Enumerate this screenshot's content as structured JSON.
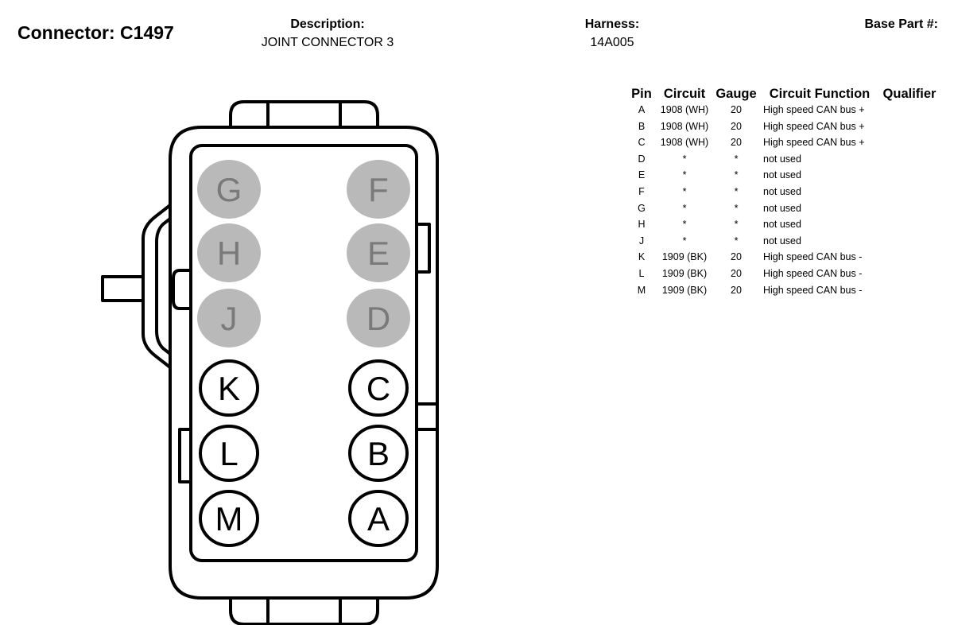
{
  "header": {
    "connector": "Connector: C1497",
    "description_label": "Description:",
    "description_value": "JOINT CONNECTOR 3",
    "harness_label": "Harness:",
    "harness_value": "14A005",
    "base_part_label": "Base Part #:"
  },
  "table": {
    "columns": [
      "Pin",
      "Circuit",
      "Gauge",
      "Circuit Function",
      "Qualifier"
    ],
    "rows": [
      {
        "pin": "A",
        "circuit": "1908 (WH)",
        "gauge": "20",
        "function": "High speed CAN bus +",
        "qualifier": ""
      },
      {
        "pin": "B",
        "circuit": "1908 (WH)",
        "gauge": "20",
        "function": "High speed CAN bus +",
        "qualifier": ""
      },
      {
        "pin": "C",
        "circuit": "1908 (WH)",
        "gauge": "20",
        "function": "High speed CAN bus +",
        "qualifier": ""
      },
      {
        "pin": "D",
        "circuit": "*",
        "gauge": "*",
        "function": "not used",
        "qualifier": ""
      },
      {
        "pin": "E",
        "circuit": "*",
        "gauge": "*",
        "function": "not used",
        "qualifier": ""
      },
      {
        "pin": "F",
        "circuit": "*",
        "gauge": "*",
        "function": "not used",
        "qualifier": ""
      },
      {
        "pin": "G",
        "circuit": "*",
        "gauge": "*",
        "function": "not used",
        "qualifier": ""
      },
      {
        "pin": "H",
        "circuit": "*",
        "gauge": "*",
        "function": "not used",
        "qualifier": ""
      },
      {
        "pin": "J",
        "circuit": "*",
        "gauge": "*",
        "function": "not used",
        "qualifier": ""
      },
      {
        "pin": "K",
        "circuit": "1909 (BK)",
        "gauge": "20",
        "function": "High speed CAN bus -",
        "qualifier": ""
      },
      {
        "pin": "L",
        "circuit": "1909 (BK)",
        "gauge": "20",
        "function": "High speed CAN bus -",
        "qualifier": ""
      },
      {
        "pin": "M",
        "circuit": "1909 (BK)",
        "gauge": "20",
        "function": "High speed CAN bus -",
        "qualifier": ""
      }
    ]
  },
  "connector_face": {
    "left_column": [
      {
        "label": "G",
        "state": "unused"
      },
      {
        "label": "H",
        "state": "unused"
      },
      {
        "label": "J",
        "state": "unused"
      },
      {
        "label": "K",
        "state": "used"
      },
      {
        "label": "L",
        "state": "used"
      },
      {
        "label": "M",
        "state": "used"
      }
    ],
    "right_column": [
      {
        "label": "F",
        "state": "unused"
      },
      {
        "label": "E",
        "state": "unused"
      },
      {
        "label": "D",
        "state": "unused"
      },
      {
        "label": "C",
        "state": "used"
      },
      {
        "label": "B",
        "state": "used"
      },
      {
        "label": "A",
        "state": "used"
      }
    ],
    "colors": {
      "unused_fill": "#b9b9b9",
      "unused_text": "#7a7a7a",
      "outline": "#000000"
    }
  }
}
